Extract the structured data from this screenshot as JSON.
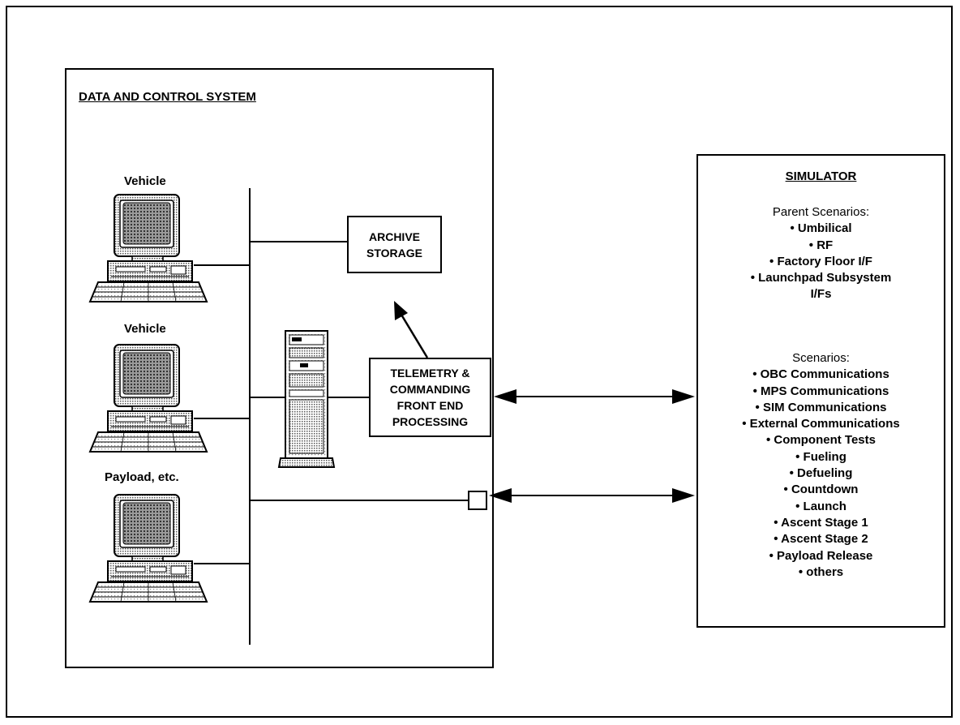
{
  "dcs": {
    "title": "DATA AND CONTROL SYSTEM",
    "workstations": [
      {
        "label": "Vehicle"
      },
      {
        "label": "Vehicle"
      },
      {
        "label": "Payload, etc."
      }
    ],
    "archive": {
      "line1": "ARCHIVE",
      "line2": "STORAGE"
    },
    "frontend": {
      "line1": "TELEMETRY &",
      "line2": "COMMANDING",
      "line3": "FRONT END",
      "line4": "PROCESSING"
    }
  },
  "simulator": {
    "title": "SIMULATOR",
    "parent_heading": "Parent Scenarios:",
    "parent_items": [
      "• Umbilical",
      "• RF",
      "• Factory Floor I/F",
      "• Launchpad Subsystem",
      "I/Fs"
    ],
    "scenarios_heading": "Scenarios:",
    "scenario_items": [
      "• OBC Communications",
      "• MPS Communications",
      "• SIM Communications",
      "• External Communications",
      "• Component Tests",
      "• Fueling",
      "• Defueling",
      "• Countdown",
      "• Launch",
      "• Ascent Stage 1",
      "• Ascent Stage 2",
      "• Payload Release",
      "• others"
    ]
  }
}
